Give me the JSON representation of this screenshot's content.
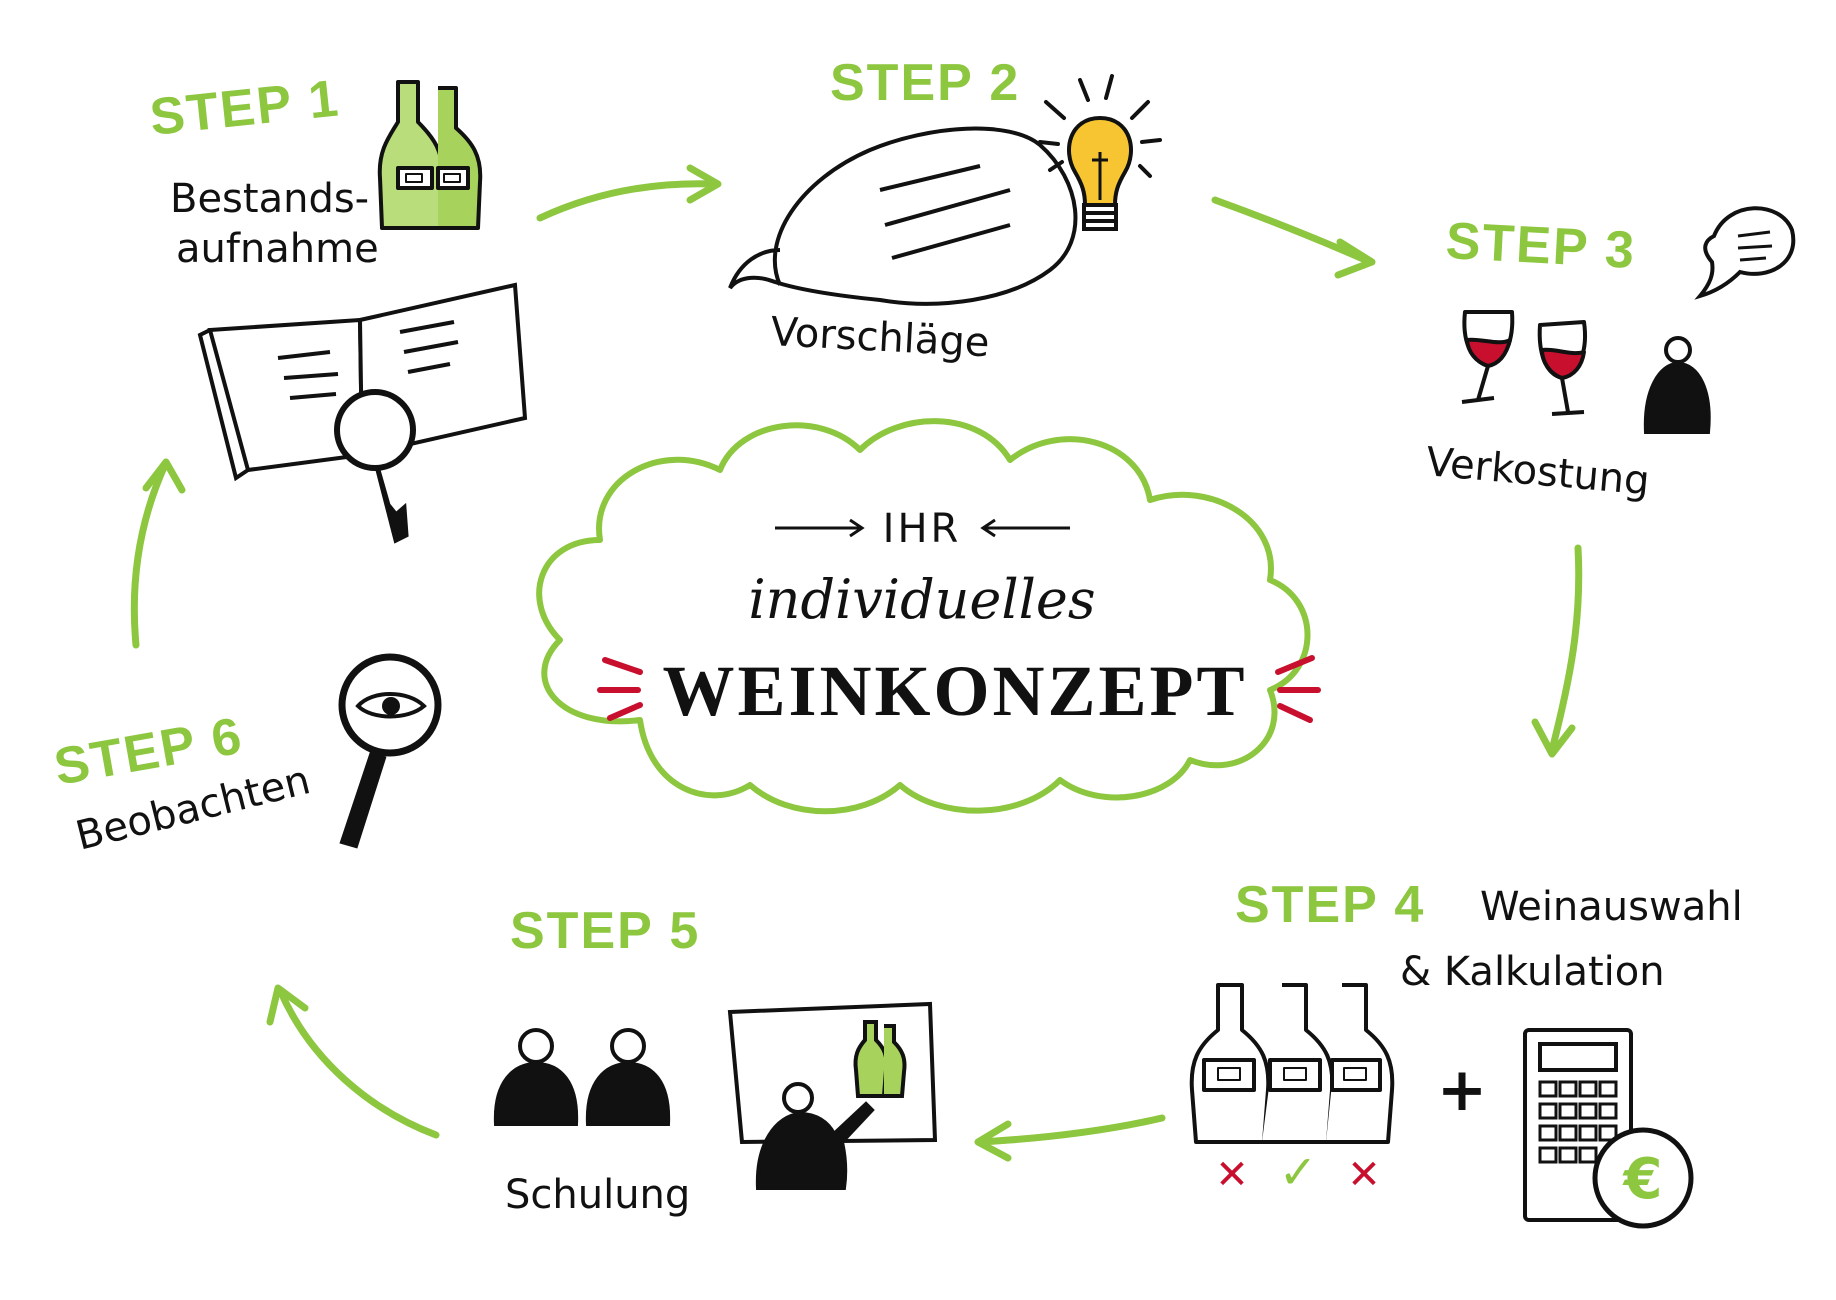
{
  "colors": {
    "accent_green": "#8dc63f",
    "ink": "#111111",
    "wine_red": "#c8102e",
    "bulb_yellow": "#f6c531"
  },
  "center": {
    "line1": "IHR",
    "line2": "individuelles",
    "line3": "WEINKONZEPT"
  },
  "steps": [
    {
      "label": "STEP 1",
      "caption": "Bestands-\naufnahme",
      "caption_lines": [
        "Bestands-",
        "aufnahme"
      ],
      "icons": [
        "wine-bottles-icon",
        "open-book-icon",
        "magnifier-icon"
      ]
    },
    {
      "label": "STEP 2",
      "caption": "Vorschläge",
      "icons": [
        "speech-bubble-icon",
        "light-bulb-icon"
      ]
    },
    {
      "label": "STEP 3",
      "caption": "Verkostung",
      "icons": [
        "wine-glasses-icon",
        "person-icon",
        "speech-bubble-icon"
      ]
    },
    {
      "label": "STEP 4",
      "caption_lines": [
        "Weinauswahl",
        "& Kalkulation"
      ],
      "icons": [
        "wine-bottles-icon",
        "plus-icon",
        "calculator-icon",
        "euro-coin-icon"
      ],
      "marks": [
        "✕",
        "✓",
        "✕"
      ]
    },
    {
      "label": "STEP 5",
      "caption": "Schulung",
      "icons": [
        "people-icon",
        "presentation-board-icon"
      ]
    },
    {
      "label": "STEP 6",
      "caption": "Beobachten",
      "icons": [
        "eye-magnifier-icon"
      ]
    }
  ],
  "plus": "+",
  "euro": "€"
}
